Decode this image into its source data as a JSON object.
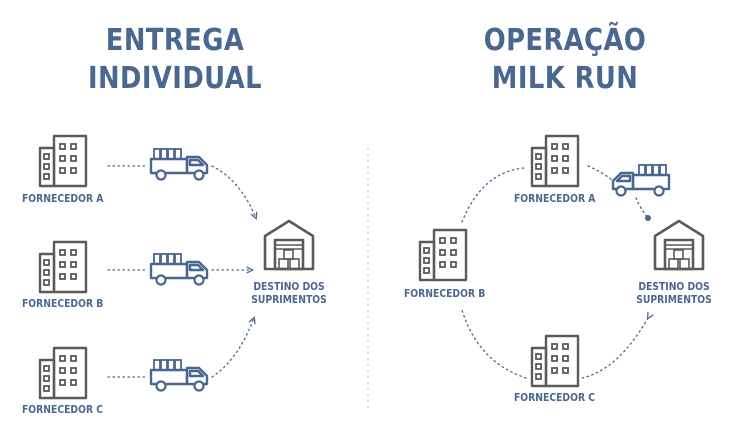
{
  "colors": {
    "text": "#4a6790",
    "icon_stroke": "#5a5a5a",
    "line": "#4a6790",
    "divider": "#c8c8c8"
  },
  "left": {
    "title_line1": "ENTREGA",
    "title_line2": "INDIVIDUAL",
    "suppliers": [
      "FORNECEDOR A",
      "FORNECEDOR B",
      "FORNECEDOR C"
    ],
    "destination_line1": "DESTINO DOS",
    "destination_line2": "SUPRIMENTOS"
  },
  "right": {
    "title_line1": "OPERAÇÃO",
    "title_line2": "MILK RUN",
    "suppliers": [
      "FORNECEDOR A",
      "FORNECEDOR B",
      "FORNECEDOR C"
    ],
    "destination_line1": "DESTINO DOS",
    "destination_line2": "SUPRIMENTOS"
  },
  "icons": [
    "building-icon",
    "truck-icon",
    "warehouse-icon"
  ]
}
